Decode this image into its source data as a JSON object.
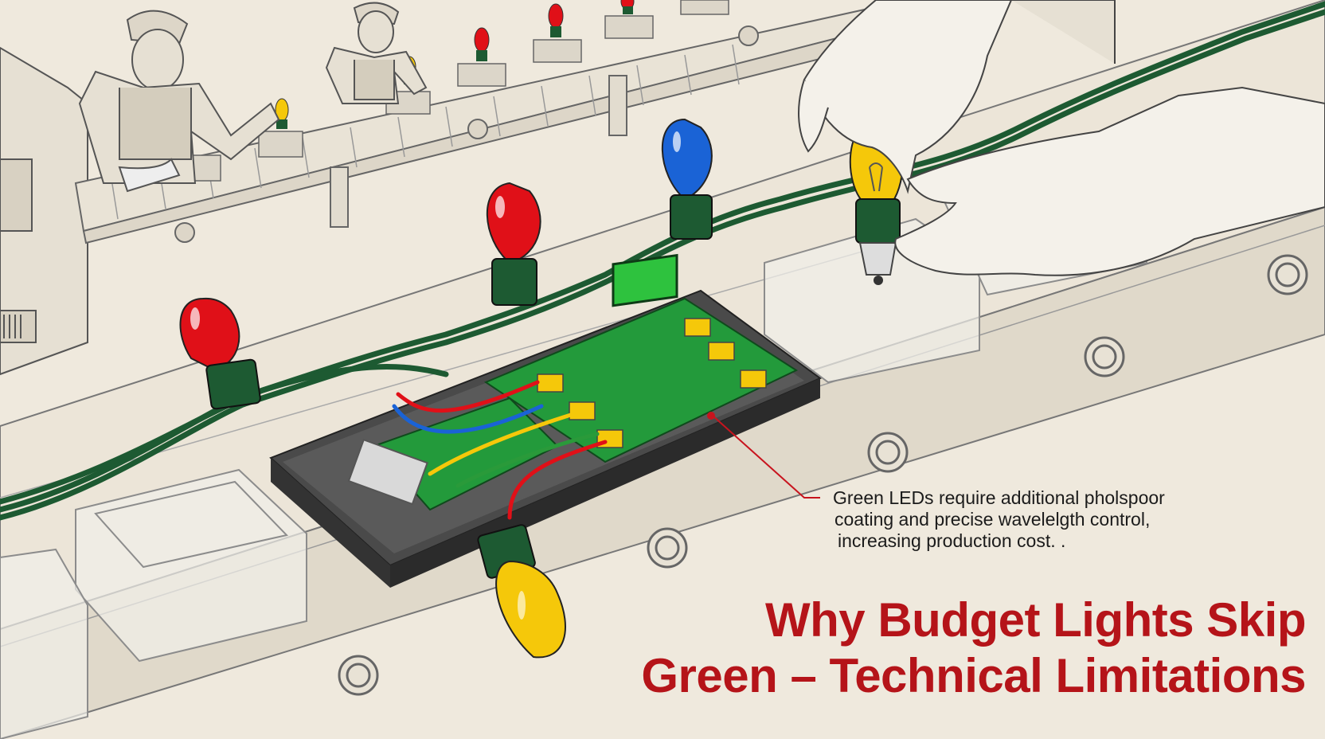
{
  "colors": {
    "background": "#efe9dd",
    "title_red": "#b51419",
    "bulb_red": "#e01018",
    "bulb_blue": "#1a63d6",
    "bulb_yellow": "#f5c80a",
    "wire_green": "#1d5a32",
    "pcb_green": "#239a3b",
    "callout_line": "#c8141e"
  },
  "callout": {
    "line1": "Green LEDs require additional pholspoor",
    "line2": "coating and precise wavelelgth control,",
    "line3": "increasing production cost. ."
  },
  "title": {
    "line1": "Why Budget Lights Skip",
    "line2": "Green – Technical Limitations"
  },
  "bulbs": [
    {
      "name": "red-bulb-left",
      "color": "red"
    },
    {
      "name": "red-bulb-center",
      "color": "red"
    },
    {
      "name": "blue-bulb",
      "color": "blue"
    },
    {
      "name": "yellow-bulb-held",
      "color": "yellow"
    },
    {
      "name": "yellow-bulb-bottom",
      "color": "yellow"
    }
  ]
}
